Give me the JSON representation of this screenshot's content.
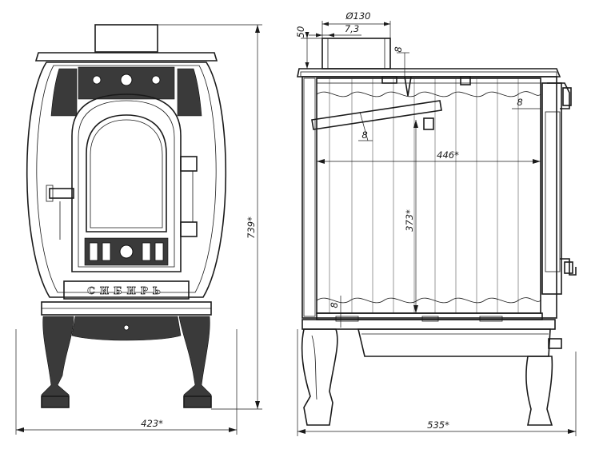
{
  "front_view": {
    "brand_plate": "СИБИРЬ",
    "dim_width": "423*",
    "dim_height": "739*"
  },
  "side_view": {
    "dim_flue_diameter": "Ø130",
    "dim_flue_offset": "7,3",
    "dim_top_offset": "50",
    "dim_wall_top": "8",
    "dim_wall_right": "8",
    "dim_baffle": "8",
    "dim_wall_bottom": "8",
    "dim_inner_width": "446*",
    "dim_inner_height": "373*",
    "dim_depth": "535*"
  },
  "colors": {
    "line": "#1a1a1a",
    "ornament": "#3a3a3a",
    "background": "#ffffff"
  }
}
